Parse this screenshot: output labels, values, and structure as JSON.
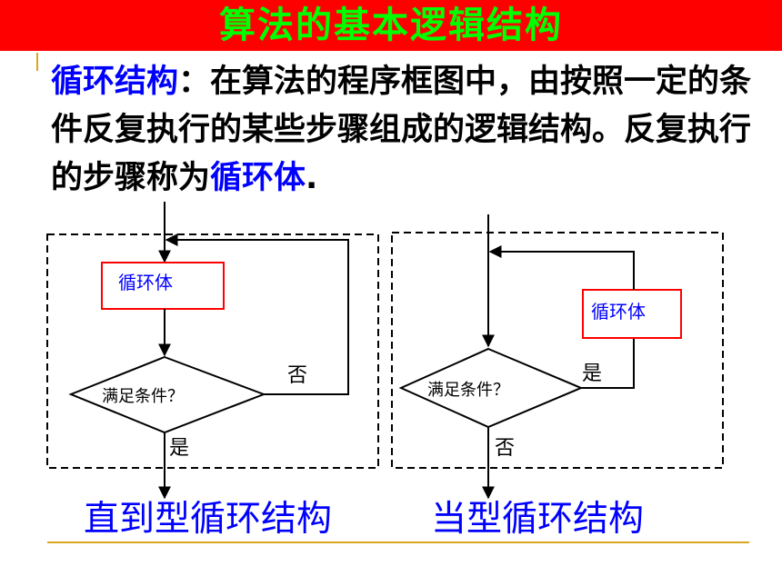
{
  "title": "算法的基本逻辑结构",
  "definition": {
    "term": "循环结构",
    "colon": "：",
    "text": "在算法的程序框图中，由按照一定的条件反复执行的某些步骤组成的逻辑结构。反复执行的步骤称为",
    "body_term": "循环体",
    "end": "."
  },
  "diagrams": {
    "until_loop": {
      "process_label": "循环体",
      "decision_label": "满足条件？",
      "no_label": "否",
      "yes_label": "是",
      "caption": "直到型循环结构"
    },
    "while_loop": {
      "process_label": "循环体",
      "decision_label": "满足条件？",
      "yes_label": "是",
      "no_label": "否",
      "caption": "当型循环结构"
    }
  },
  "colors": {
    "title_bg": "#ff0000",
    "title_text": "#00ff00",
    "emphasis": "#0000ff",
    "box_border": "#ff0000",
    "rule": "#daa520"
  }
}
